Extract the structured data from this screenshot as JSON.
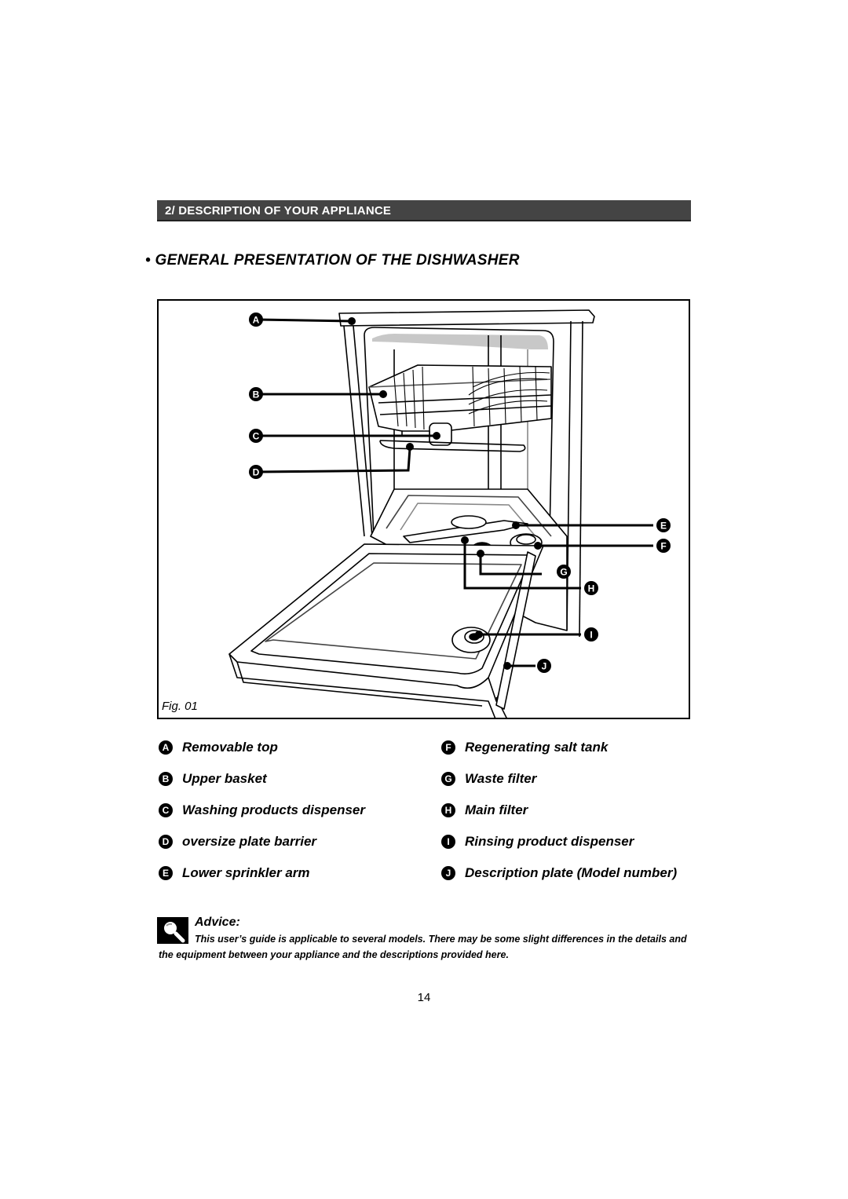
{
  "section_header": "2/ DESCRIPTION OF YOUR APPLIANCE",
  "main_title": "• GENERAL PRESENTATION OF THE DISHWASHER",
  "figure": {
    "label": "Fig. 01",
    "callouts": [
      "A",
      "B",
      "C",
      "D",
      "E",
      "F",
      "G",
      "H",
      "I",
      "J"
    ]
  },
  "legend": [
    {
      "letter": "A",
      "text": "Removable top"
    },
    {
      "letter": "B",
      "text": "Upper basket"
    },
    {
      "letter": "C",
      "text": "Washing products dispenser"
    },
    {
      "letter": "D",
      "text": "oversize plate barrier"
    },
    {
      "letter": "E",
      "text": "Lower sprinkler arm"
    },
    {
      "letter": "F",
      "text": "Regenerating salt tank"
    },
    {
      "letter": "G",
      "text": "Waste filter"
    },
    {
      "letter": "H",
      "text": "Main filter"
    },
    {
      "letter": "I",
      "text": "Rinsing product dispenser"
    },
    {
      "letter": "J",
      "text": "Description plate (Model number)"
    }
  ],
  "advice": {
    "title": "Advice:",
    "body": "This user’s guide is applicable to several models. There may be some slight differences in the details and the equipment between your appliance and the descriptions provided here."
  },
  "page_number": "14"
}
